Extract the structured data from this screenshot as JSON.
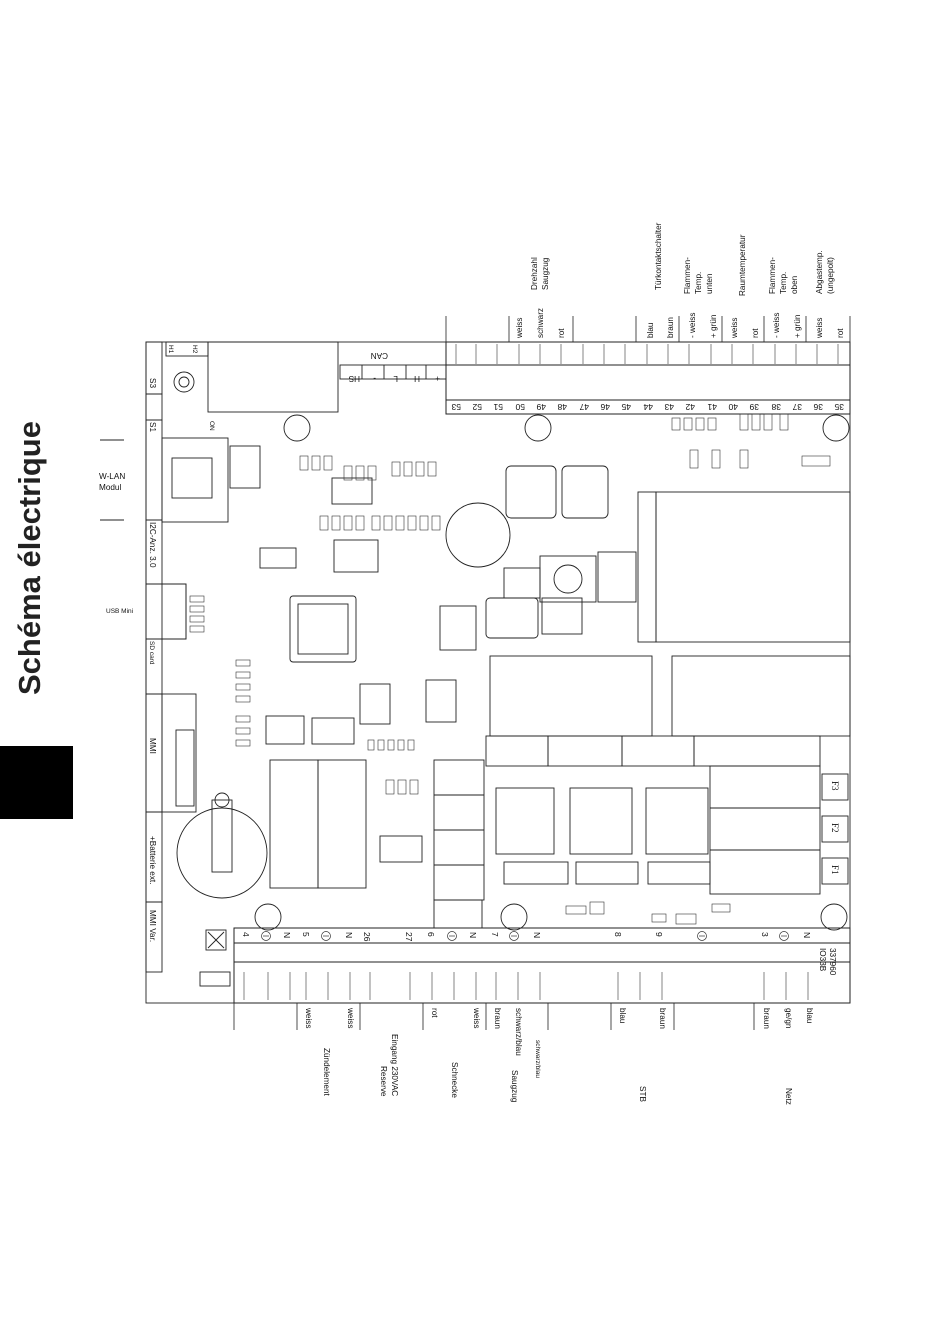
{
  "page_title": "Schéma électrique",
  "left_labels": {
    "wlan_line1": "W-LAN",
    "wlan_line2": "Modul",
    "usb": "USB Mini"
  },
  "board_edge_labels": {
    "s3": "S3",
    "s1": "S1",
    "i2c": "I2C-Anz. 3.0",
    "sd": "SD card",
    "mmi": "MMI",
    "battery": "+Batterie ext.",
    "mmi_var": "MMI Var.",
    "on": "ON",
    "h1": "H1",
    "h2": "H2"
  },
  "can_connector": {
    "can": "CAN",
    "hs": "HS",
    "minus": "-",
    "l": "L",
    "h": "H",
    "plus": "+"
  },
  "board_id": {
    "model": "IO33B",
    "number": "337960"
  },
  "fuses": [
    "F3",
    "F2",
    "F1"
  ],
  "top_terminals": [
    "53",
    "52",
    "51",
    "50",
    "49",
    "48",
    "47",
    "46",
    "45",
    "44",
    "43",
    "42",
    "41",
    "40",
    "39",
    "38",
    "37",
    "36",
    "35"
  ],
  "top_wires": [
    "weiss",
    "schwarz",
    "rot",
    "blau",
    "braun",
    "- weiss",
    "+ grün",
    "weiss",
    "rot",
    "- weiss",
    "+ grün",
    "weiss",
    "rot"
  ],
  "top_signals": {
    "drehzahl_1": "Drehzahl",
    "drehzahl_2": "Saugzug",
    "tuer": "Türkontaktschalter",
    "fu_1": "Flammen-",
    "fu_2": "Temp.",
    "fu_3": "unten",
    "raum": "Raumtemperatur",
    "fo_1": "Flammen-",
    "fo_2": "Temp.",
    "fo_3": "oben",
    "ab_1": "Abgastemp.",
    "ab_2": "(ungepolt)"
  },
  "bottom_terminals": [
    "4",
    "N",
    "5",
    "N",
    "26",
    "27",
    "6",
    "N",
    "7",
    "N",
    "8",
    "9",
    "3",
    "N"
  ],
  "bottom_wires": [
    "weiss",
    "weiss",
    "rot",
    "weiss",
    "braun",
    "schwarz/blau",
    "blau",
    "braun",
    "braun",
    "ge/gn",
    "blau"
  ],
  "schwarzblau_small": "schwarz/blau",
  "bottom_signals": {
    "zuend": "Zündelement",
    "reserve_1": "Reserve",
    "reserve_2": "Eingang 230VAC",
    "schnecke": "Schnecke",
    "saugzug": "Saugzug",
    "stb": "STB",
    "netz": "Netz"
  }
}
